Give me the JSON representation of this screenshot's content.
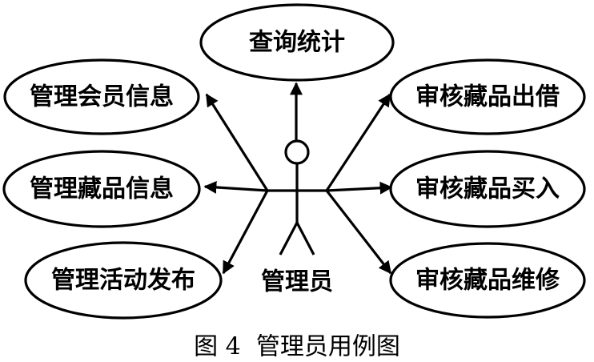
{
  "diagram": {
    "actor": {
      "name": "管理员"
    },
    "use_cases": [
      {
        "id": "query-statistics",
        "label": "查询统计"
      },
      {
        "id": "manage-member-info",
        "label": "管理会员信息"
      },
      {
        "id": "manage-collection-info",
        "label": "管理藏品信息"
      },
      {
        "id": "manage-activity-publish",
        "label": "管理活动发布"
      },
      {
        "id": "review-collection-lending",
        "label": "审核藏品出借"
      },
      {
        "id": "review-collection-purchase",
        "label": "审核藏品买入"
      },
      {
        "id": "review-collection-repair",
        "label": "审核藏品维修"
      }
    ],
    "caption": "图 4  管理员用例图"
  }
}
